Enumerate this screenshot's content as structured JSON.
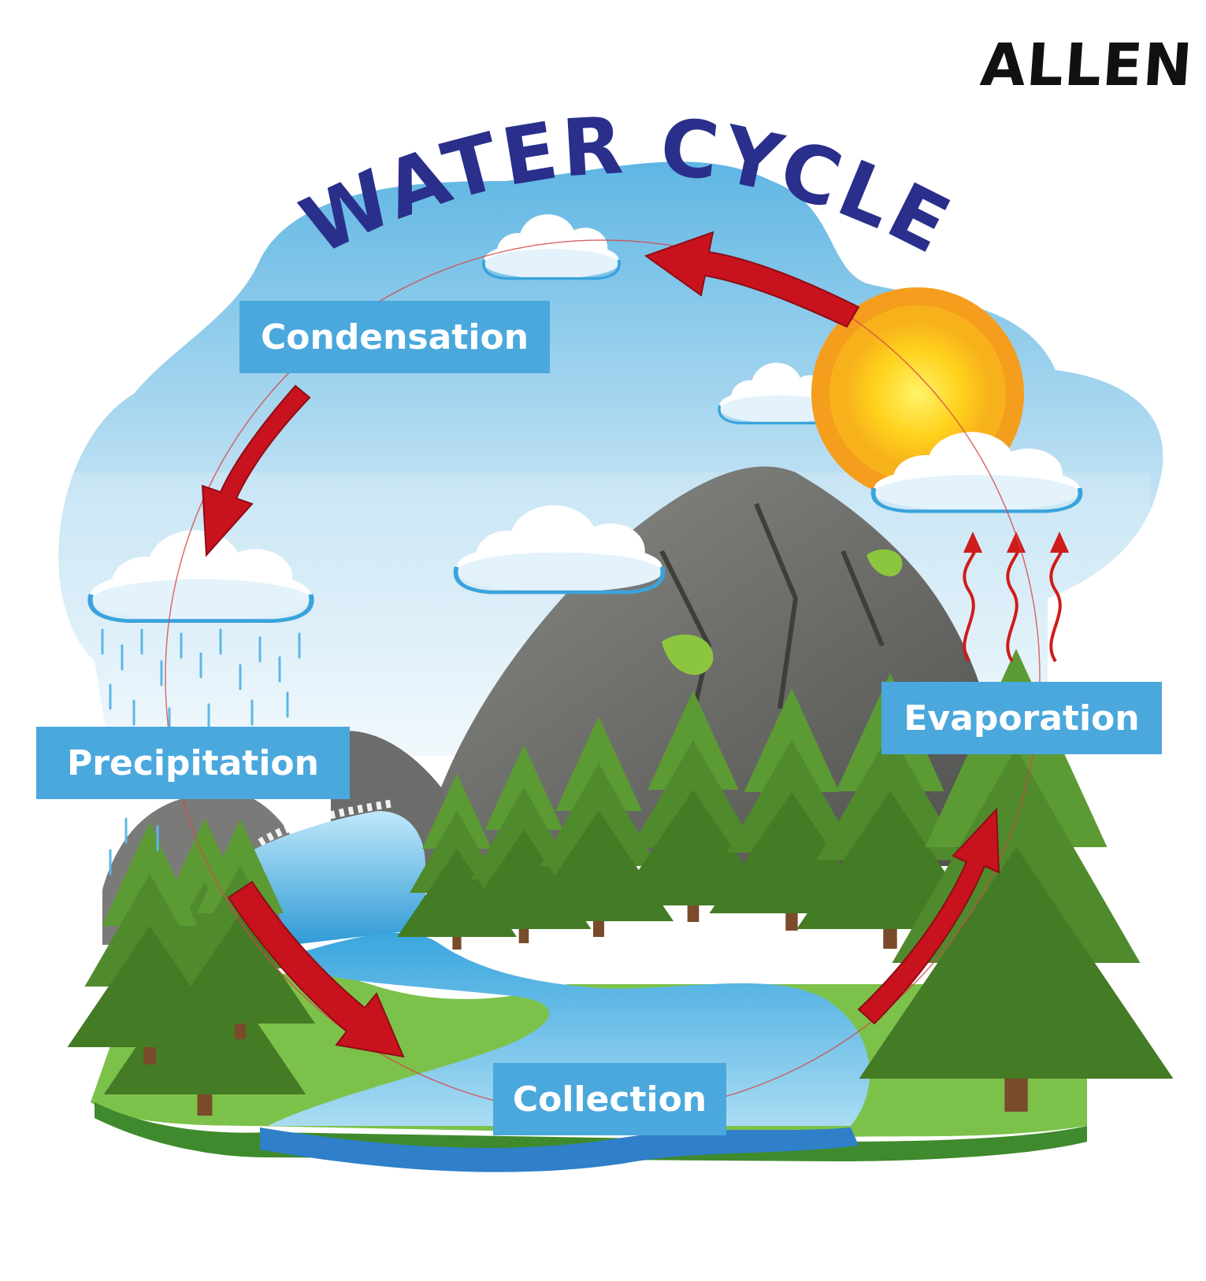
{
  "brand": "ALLEN",
  "title": "WATER CYCLE",
  "stages": {
    "condensation": "Condensation",
    "precipitation": "Precipitation",
    "evaporation": "Evaporation",
    "collection": "Collection"
  },
  "colors": {
    "title": "#2a2f8c",
    "label_bg": "#4aa8dd",
    "arrow": "#c8121e",
    "sky_light": "#d9ecf7",
    "sky_dark": "#6ebde4",
    "water": "#5bb8e6",
    "grass": "#7cc24a",
    "tree": "#4f8a2c",
    "rock": "#6d6e6b",
    "sun": "#f7b21b"
  },
  "icons": [
    "sun-icon",
    "cloud-icon",
    "rain-icon",
    "tree-icon",
    "mountain-icon",
    "waterfall-icon",
    "arrow-icon",
    "heat-wave-icon"
  ]
}
